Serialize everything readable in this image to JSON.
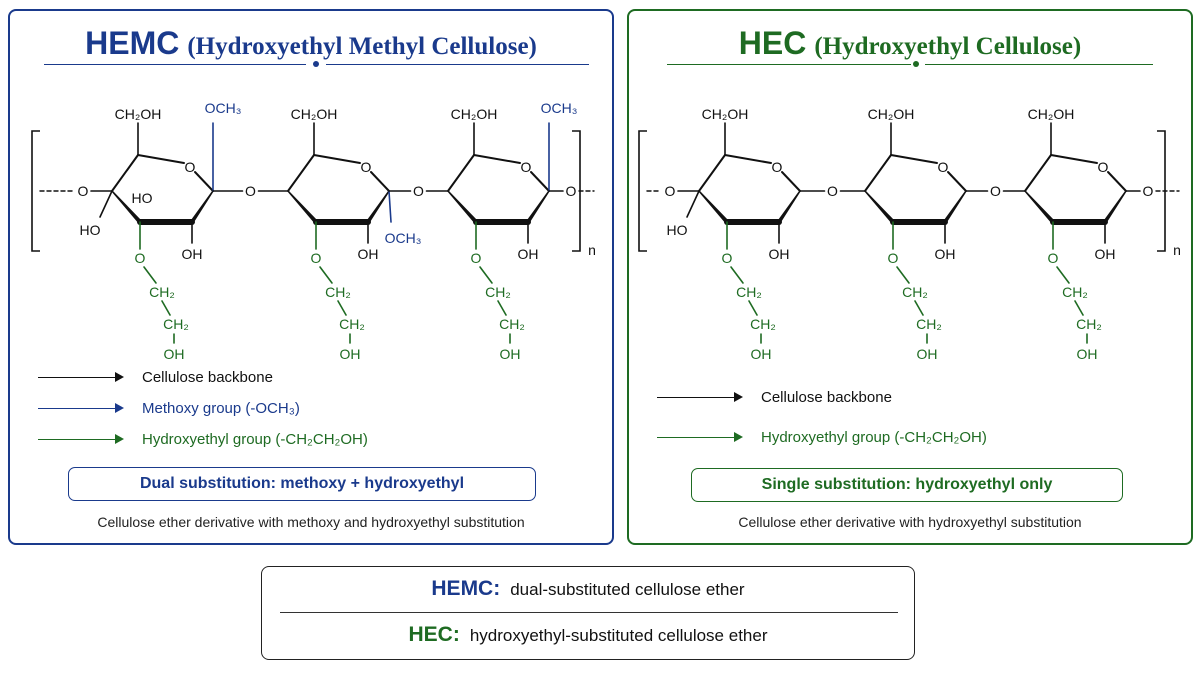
{
  "colors": {
    "hemc": "#1a3a8c",
    "hec": "#1e6b22",
    "backbone": "#111111"
  },
  "labels": {
    "ch2oh": "CH₂OH",
    "o": "O",
    "oh": "OH",
    "ho": "HO",
    "och3": "OCH₃",
    "ch2": "CH₂",
    "n": "n"
  },
  "hemc": {
    "abbr": "HEMC",
    "full_name": "(Hydroxyethyl Methyl Cellulose)",
    "legend": [
      {
        "label": "Cellulose backbone",
        "color": "#111111"
      },
      {
        "label": "Methoxy group (-OCH₃)",
        "color": "#1a3a8c"
      },
      {
        "label": "Hydroxyethyl group (-CH₂CH₂OH)",
        "color": "#1e6b22"
      }
    ],
    "substitution": "Dual substitution: methoxy + hydroxyethyl",
    "caption": "Cellulose ether derivative with methoxy and hydroxyethyl substitution"
  },
  "hec": {
    "abbr": "HEC",
    "full_name": "(Hydroxyethyl Cellulose)",
    "legend": [
      {
        "label": "Cellulose backbone",
        "color": "#111111"
      },
      {
        "label": "Hydroxyethyl group (-CH₂CH₂OH)",
        "color": "#1e6b22"
      }
    ],
    "substitution": "Single substitution: hydroxyethyl only",
    "caption": "Cellulose ether derivative with hydroxyethyl substitution"
  },
  "summary": {
    "hemc_abbr": "HEMC:",
    "hemc_text": "dual-substituted cellulose ether",
    "hec_abbr": "HEC:",
    "hec_text": "hydroxyethyl-substituted cellulose ether"
  }
}
